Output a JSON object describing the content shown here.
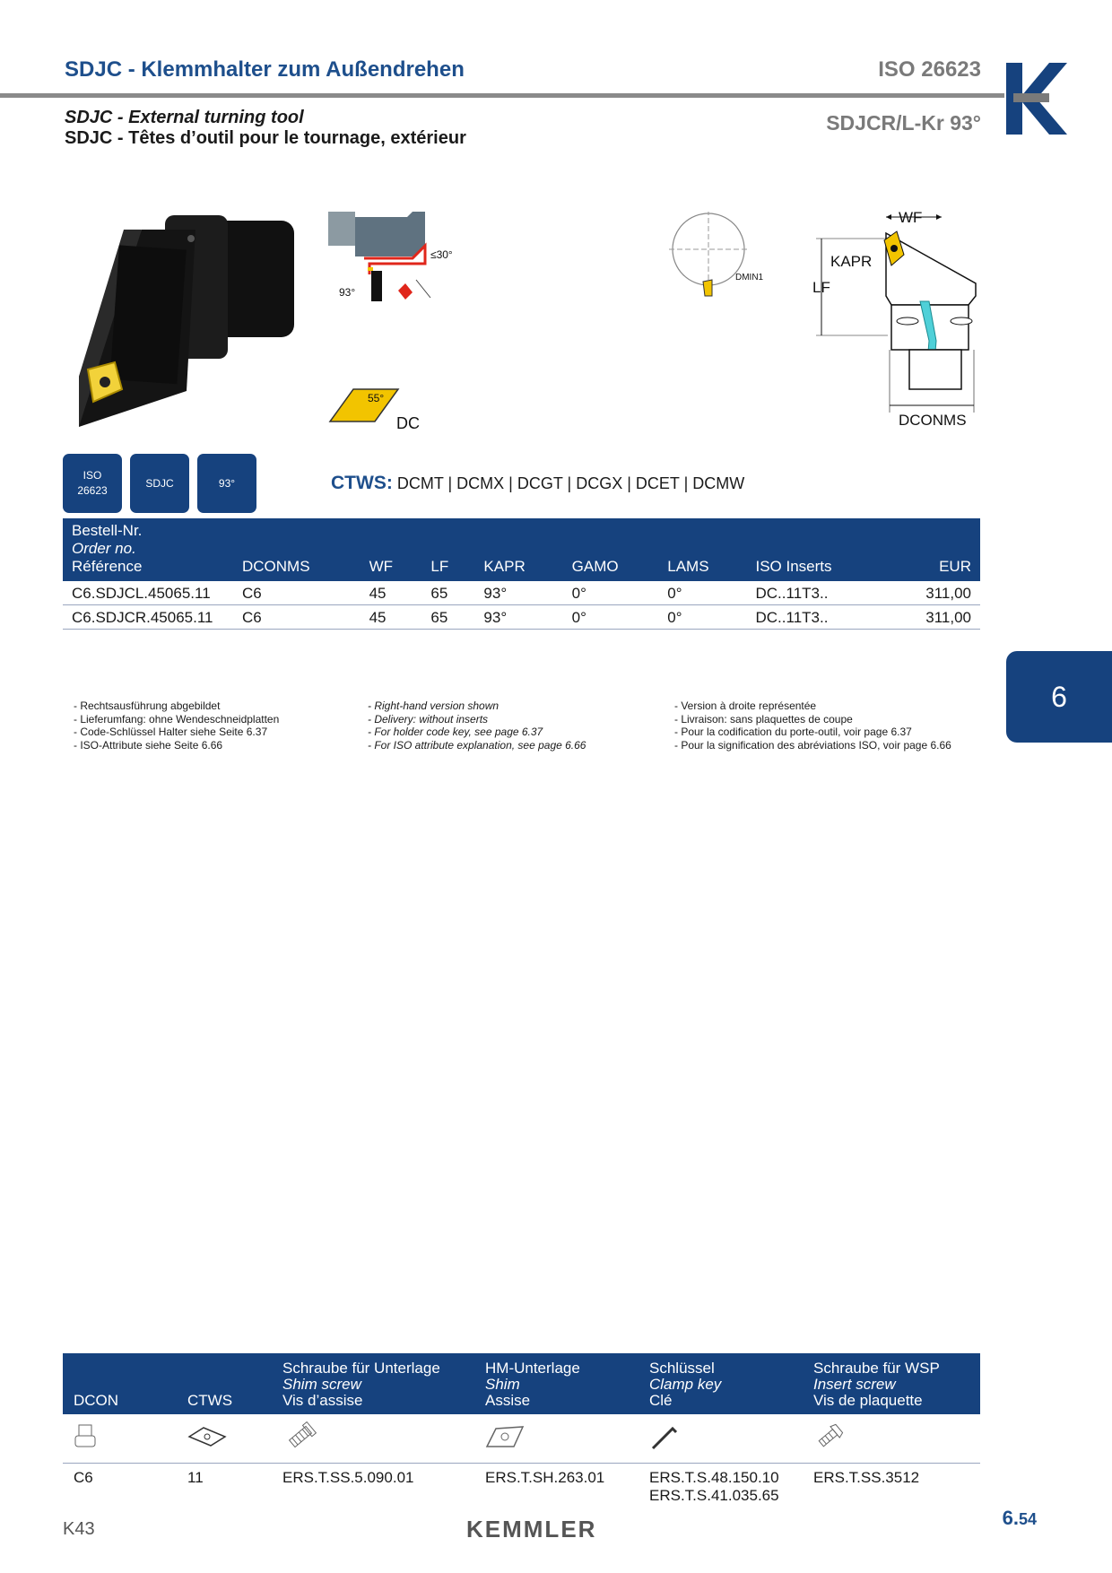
{
  "header": {
    "title_de": "SDJC - Klemmhalter zum Außendrehen",
    "iso_standard": "ISO 26623",
    "title_en": "SDJC - External turning tool",
    "title_fr": "SDJC -  Têtes d’outil pour le tournage, extérieur",
    "type_code": "SDJCR/L-Kr 93°"
  },
  "diagram_labels": {
    "angle_30": "≤30°",
    "angle_93": "93°",
    "insert_angle": "55°",
    "dc": "DC",
    "dmin1": "DMIN1",
    "wf": "WF",
    "kapr": "KAPR",
    "lf": "LF",
    "dconms": "DCONMS"
  },
  "badges": [
    "ISO\n26623",
    "SDJC",
    "93°"
  ],
  "ctws": {
    "label": "CTWS:",
    "values": "DCMT | DCMX | DCGT | DCGX | DCET | DCMW"
  },
  "main_table": {
    "headers": {
      "order_de": "Bestell-Nr.",
      "order_en": "Order no.",
      "order_fr": "Référence",
      "cols": [
        "DCONMS",
        "WF",
        "LF",
        "KAPR",
        "GAMO",
        "LAMS",
        "ISO Inserts",
        "EUR"
      ]
    },
    "rows": [
      [
        "C6.SDJCL.45065.11",
        "C6",
        "45",
        "65",
        "93°",
        "0°",
        "0°",
        "DC..11T3..",
        "311,00"
      ],
      [
        "C6.SDJCR.45065.11",
        "C6",
        "45",
        "65",
        "93°",
        "0°",
        "0°",
        "DC..11T3..",
        "311,00"
      ]
    ]
  },
  "notes": {
    "de": [
      "- Rechtsausführung abgebildet",
      "- Lieferumfang: ohne Wendeschneidplatten",
      "- Code-Schlüssel Halter siehe Seite 6.37",
      "- ISO-Attribute siehe Seite 6.66"
    ],
    "en": [
      "- Right-hand version shown",
      "- Delivery: without inserts",
      "- For holder code key, see page 6.37",
      "- For ISO attribute explanation, see page 6.66"
    ],
    "fr": [
      "- Version à droite représentée",
      "- Livraison: sans plaquettes de coupe",
      "- Pour la codification du porte-outil, voir page 6.37",
      "- Pour la signification des abréviations ISO, voir page 6.66"
    ]
  },
  "chapter_tab": "6",
  "accessories": {
    "headers": [
      {
        "de": "",
        "en": "",
        "fr": "DCON"
      },
      {
        "de": "",
        "en": "",
        "fr": "CTWS"
      },
      {
        "de": "Schraube für Unterlage",
        "en": "Shim screw",
        "fr": "Vis d’assise"
      },
      {
        "de": "HM-Unterlage",
        "en": "Shim",
        "fr": "Assise"
      },
      {
        "de": "Schlüssel",
        "en": "Clamp key",
        "fr": "Clé"
      },
      {
        "de": "Schraube für WSP",
        "en": "Insert screw",
        "fr": "Vis de plaquette"
      }
    ],
    "icons": [
      "coupling-icon",
      "rhombic-insert-icon",
      "shim-screw-icon",
      "shim-icon",
      "hex-key-icon",
      "insert-screw-icon"
    ],
    "row": {
      "dcon": "C6",
      "ctws": "11",
      "shim_screw": "ERS.T.SS.5.090.01",
      "shim": "ERS.T.SH.263.01",
      "key_1": "ERS.T.S.48.150.10",
      "key_2": "ERS.T.S.41.035.65",
      "insert_screw": "ERS.T.SS.3512"
    }
  },
  "footer": {
    "left": "K43",
    "brand": "KEMMLER",
    "page_main": "6.",
    "page_sub": "54"
  },
  "colors": {
    "brand_blue": "#16427e",
    "title_blue": "#1e4f8c",
    "grey": "#7a7a7a",
    "insert_yellow": "#f2c400",
    "coolant_cyan": "#4fd0d8"
  }
}
